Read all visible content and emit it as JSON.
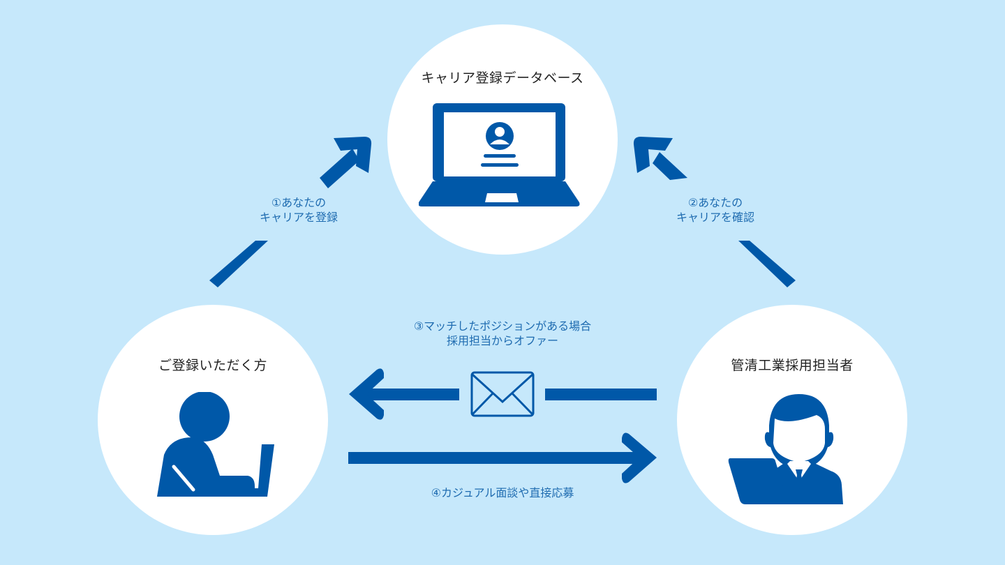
{
  "colors": {
    "background": "#c6e8fb",
    "accent": "#0058a8",
    "label": "#1e6bb0",
    "node": "#ffffff"
  },
  "nodes": {
    "database": {
      "title": "キャリア登録データベース",
      "icon": "laptop-profile-icon"
    },
    "candidate": {
      "title": "ご登録いただく方",
      "icon": "person-laptop-icon"
    },
    "recruiter": {
      "title": "管清工業採用担当者",
      "icon": "businessman-laptop-icon"
    }
  },
  "steps": [
    {
      "line1": "①あなたの",
      "line2": "キャリアを登録"
    },
    {
      "line1": "②あなたの",
      "line2": "キャリアを確認"
    },
    {
      "line1": "③マッチしたポジションがある場合",
      "line2": "採用担当からオファー"
    },
    {
      "line1": "④カジュアル面談や直接応募"
    }
  ],
  "icons": {
    "offer": "envelope-icon"
  }
}
